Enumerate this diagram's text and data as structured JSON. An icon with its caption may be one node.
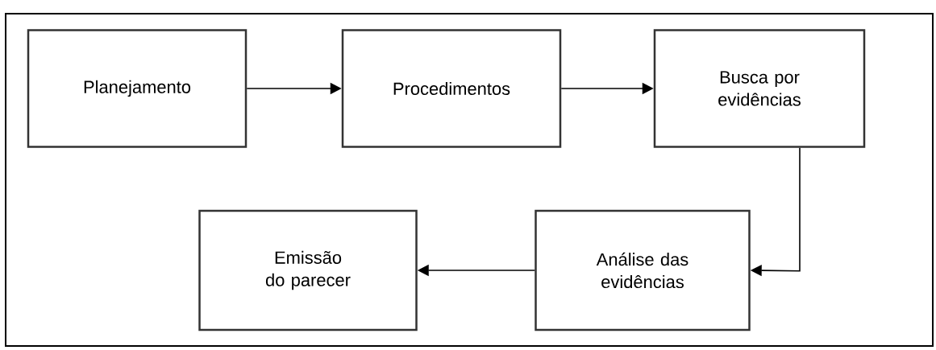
{
  "diagram": {
    "nodes": [
      {
        "text": [
          "Planejamento"
        ]
      },
      {
        "text": [
          "Procedimentos"
        ]
      },
      {
        "text": [
          "Busca por evidências"
        ]
      },
      {
        "text": [
          "Análise das evidências"
        ]
      },
      {
        "text": [
          "Emissão do parecer"
        ]
      }
    ],
    "edges": [
      {
        "from": 0,
        "to": 1,
        "arrow": "to"
      },
      {
        "from": 1,
        "to": 2,
        "arrow": "to"
      },
      {
        "from": 2,
        "to": 3,
        "arrow": "to"
      },
      {
        "from": 3,
        "to": 4,
        "arrow": "to"
      }
    ]
  }
}
